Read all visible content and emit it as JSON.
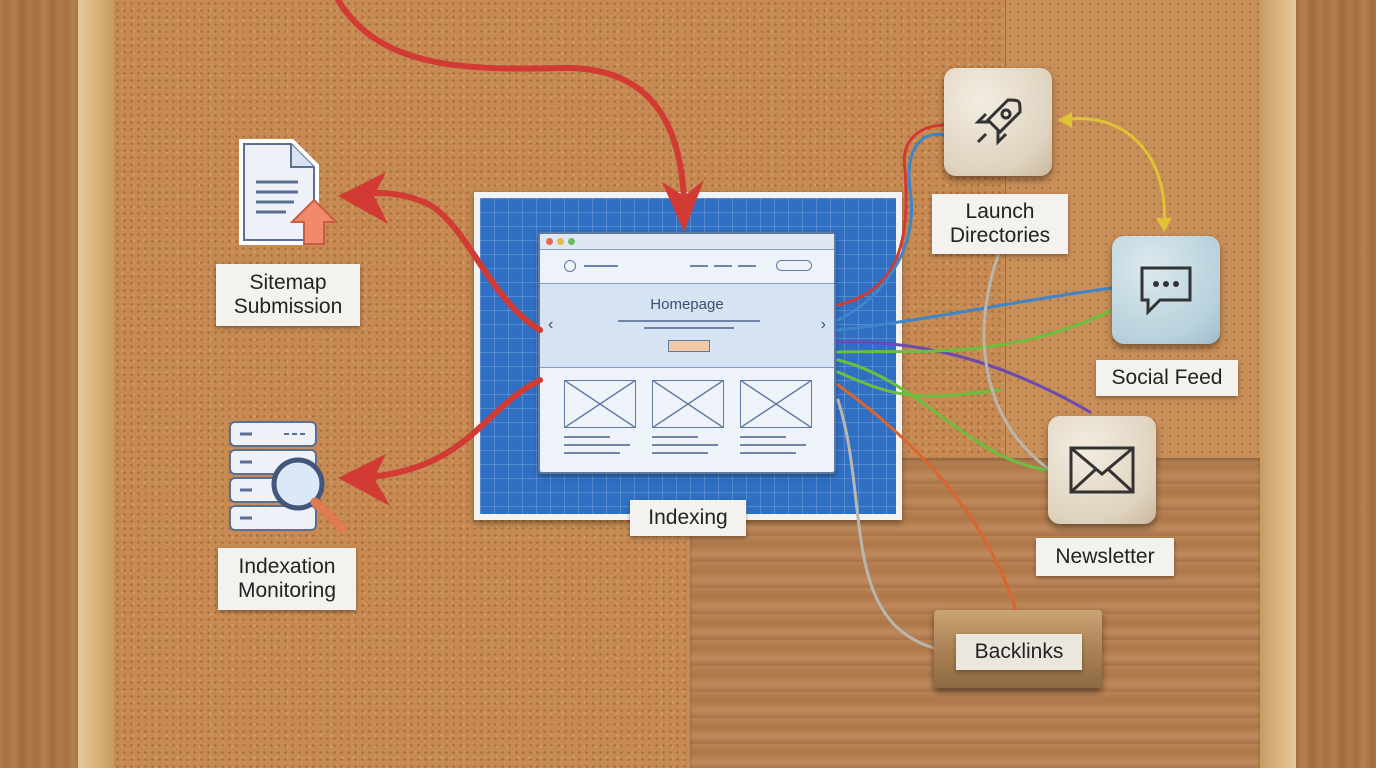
{
  "nodes": {
    "sitemap": "Sitemap\nSubmission",
    "indexation": "Indexation\nMonitoring",
    "indexing": "Indexing",
    "launch": "Launch\nDirectories",
    "social": "Social Feed",
    "newsletter": "Newsletter",
    "backlinks": "Backlinks"
  },
  "browser": {
    "hero_title": "Homepage"
  },
  "colors": {
    "inbound_arrow": "#d23a34",
    "blueprint": "#2f6fc4",
    "thread_blue": "#3c86c9",
    "thread_green": "#6cbf3e",
    "thread_purple": "#6b4bb0",
    "thread_orange": "#d9662e",
    "thread_yellow": "#e1c235",
    "thread_grey": "#b9b6ad"
  },
  "icons": [
    "document-upload-icon",
    "server-search-icon",
    "rocket-icon",
    "chat-bubble-icon",
    "envelope-icon"
  ]
}
